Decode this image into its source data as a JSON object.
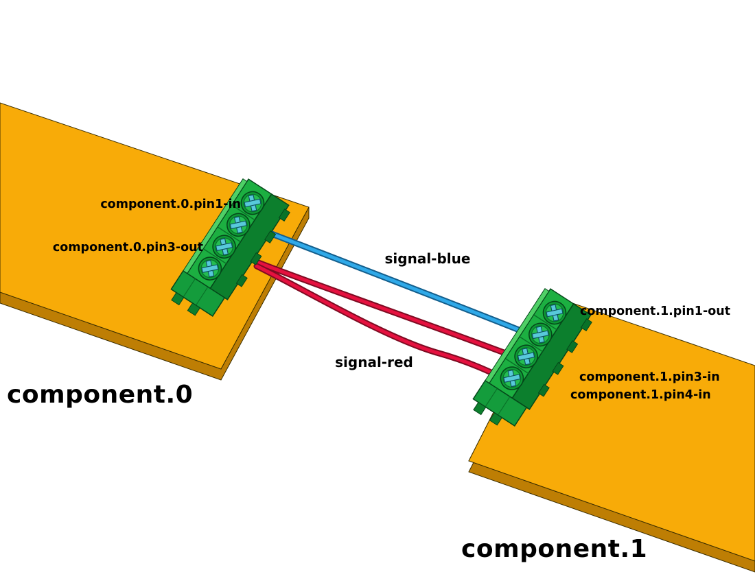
{
  "background_color": "#ffffff",
  "board_color": "#F8AB08",
  "board_edge_color": "#BE7E04",
  "connector_color": "#1CAF41",
  "boards": [
    {
      "label": "component.0"
    },
    {
      "label": "component.1"
    }
  ],
  "pins": [
    {
      "label": "component.0.pin1-in"
    },
    {
      "label": "component.0.pin3-out"
    },
    {
      "label": "component.1.pin1-out"
    },
    {
      "label": "component.1.pin3-in"
    },
    {
      "label": "component.1.pin4-in"
    }
  ],
  "signals": [
    {
      "label": "signal-blue",
      "color": "#2FA9E8",
      "from": "component.0.pin1-in",
      "to": [
        "component.1.pin1-out"
      ]
    },
    {
      "label": "signal-red",
      "color": "#E5113F",
      "from": "component.0.pin3-out",
      "to": [
        "component.1.pin3-in",
        "component.1.pin4-in"
      ]
    }
  ]
}
